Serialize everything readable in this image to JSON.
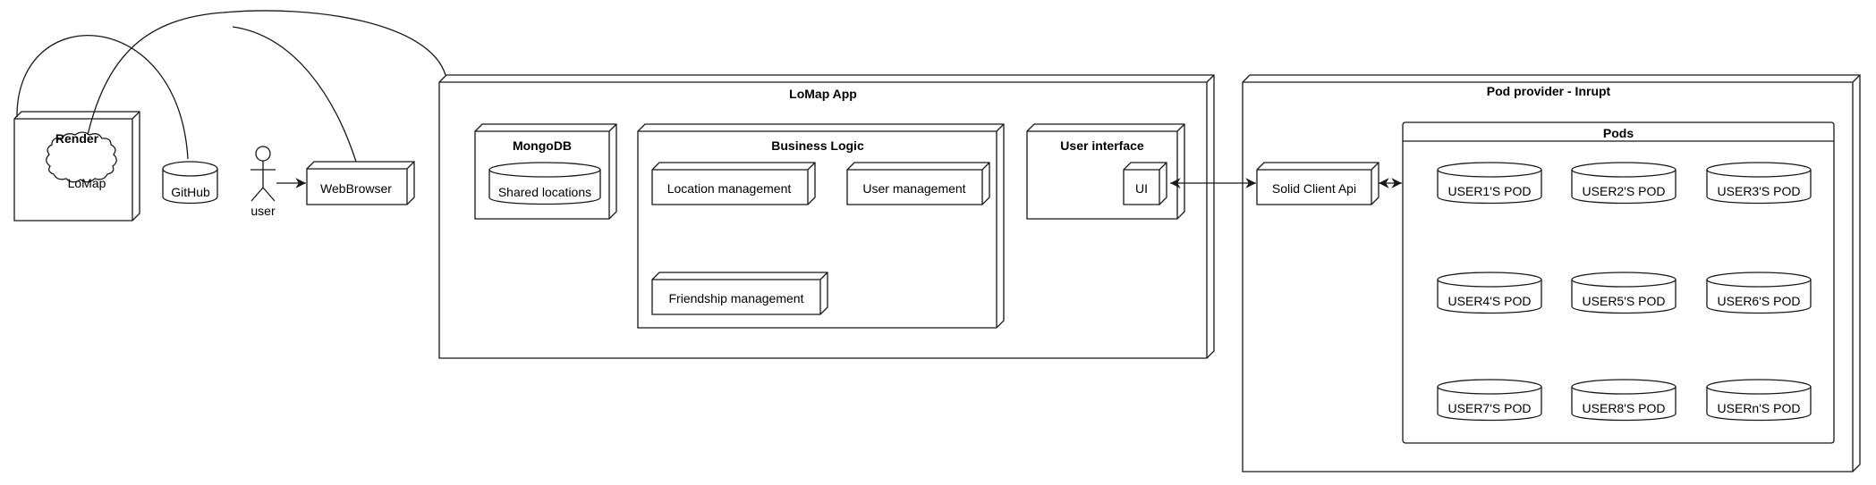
{
  "nodes": {
    "render": "Render",
    "lomap": "LoMap",
    "github": "GitHub",
    "user": "user",
    "webbrowser": "WebBrowser",
    "lomap_app": "LoMap App",
    "mongodb": "MongoDB",
    "shared_locations": "Shared locations",
    "business_logic": "Business Logic",
    "location_management": "Location management",
    "user_management": "User management",
    "friendship_management": "Friendship management",
    "user_interface": "User interface",
    "ui": "UI",
    "pod_provider": "Pod provider - Inrupt",
    "solid_client_api": "Solid Client Api",
    "pods": "Pods"
  },
  "pods": [
    "USER1'S POD",
    "USER2'S POD",
    "USER3'S POD",
    "USER4'S POD",
    "USER5'S POD",
    "USER6'S POD",
    "USER7'S POD",
    "USER8'S POD",
    "USERn'S POD"
  ],
  "colors": {
    "stroke": "#181818",
    "fill": "#f1f1f1",
    "background": "#ffffff"
  }
}
